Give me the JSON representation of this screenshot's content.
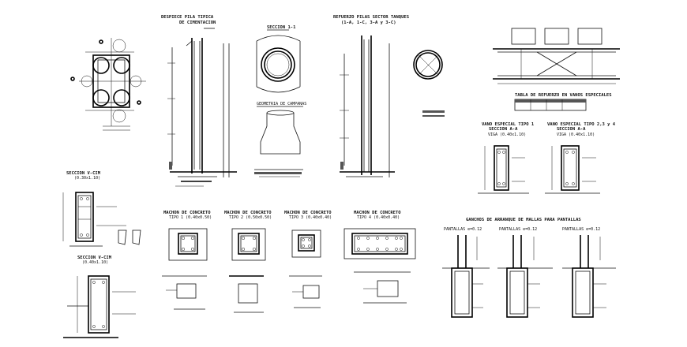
{
  "sheet": {
    "labels": {
      "pilar_title_1": "DESPIECE PILA TIPICA",
      "pilar_title_2": "DE CIMENTACION",
      "seccion_1_1": "SECCION 1-1",
      "campanas": "GEOMETRIA DE CAMPANAS",
      "refuerzo_title_1": "REFUERZO PILAS SECTOR TANQUES",
      "refuerzo_title_2": "(1-A, 1-C, 3-A y 3-C)",
      "tabla_refuerzo": "TABLA DE REFUERZO EN VANOS ESPECIALES",
      "vano_tipo1": "VANO ESPECIAL TIPO 1",
      "seccion_aa": "SECCION A-A",
      "viga_1": "VIGA (0.40x1.10)",
      "vano_tipo23": "VANO ESPECIAL TIPO 2,3 y 4",
      "seccion_aa_2": "SECCION A-A",
      "viga_2": "VIGA (0.40x1.10)",
      "seccion_vcim_1": "SECCION V-CIM",
      "seccion_vcim_1_dim": "(0.30x1.10)",
      "seccion_vcim_2": "SECCION V-CIM",
      "seccion_vcim_2_dim": "(0.40x1.10)",
      "machon_1": "MACHON DE CONCRETO",
      "machon_1_tipo": "TIPO 1 (0.40x0.50)",
      "machon_2": "MACHON DE CONCRETO",
      "machon_2_tipo": "TIPO 2 (0.50x0.50)",
      "machon_3": "MACHON DE CONCRETO",
      "machon_3_tipo": "TIPO 3 (0.40x0.40)",
      "machon_4": "MACHON DE CONCRETO",
      "machon_4_tipo": "TIPO 4 (0.40x0.40)",
      "ganchos": "GANCHOS DE ARRANQUE DE MALLAS PARA PANTALLAS",
      "pantalla_1": "PANTALLAS e=0.12",
      "pantalla_2": "PANTALLAS e=0.12",
      "pantalla_3": "PANTALLAS e=0.12"
    },
    "colors": {
      "ink": "#111111",
      "background": "#ffffff",
      "hatch": "#555555"
    }
  }
}
